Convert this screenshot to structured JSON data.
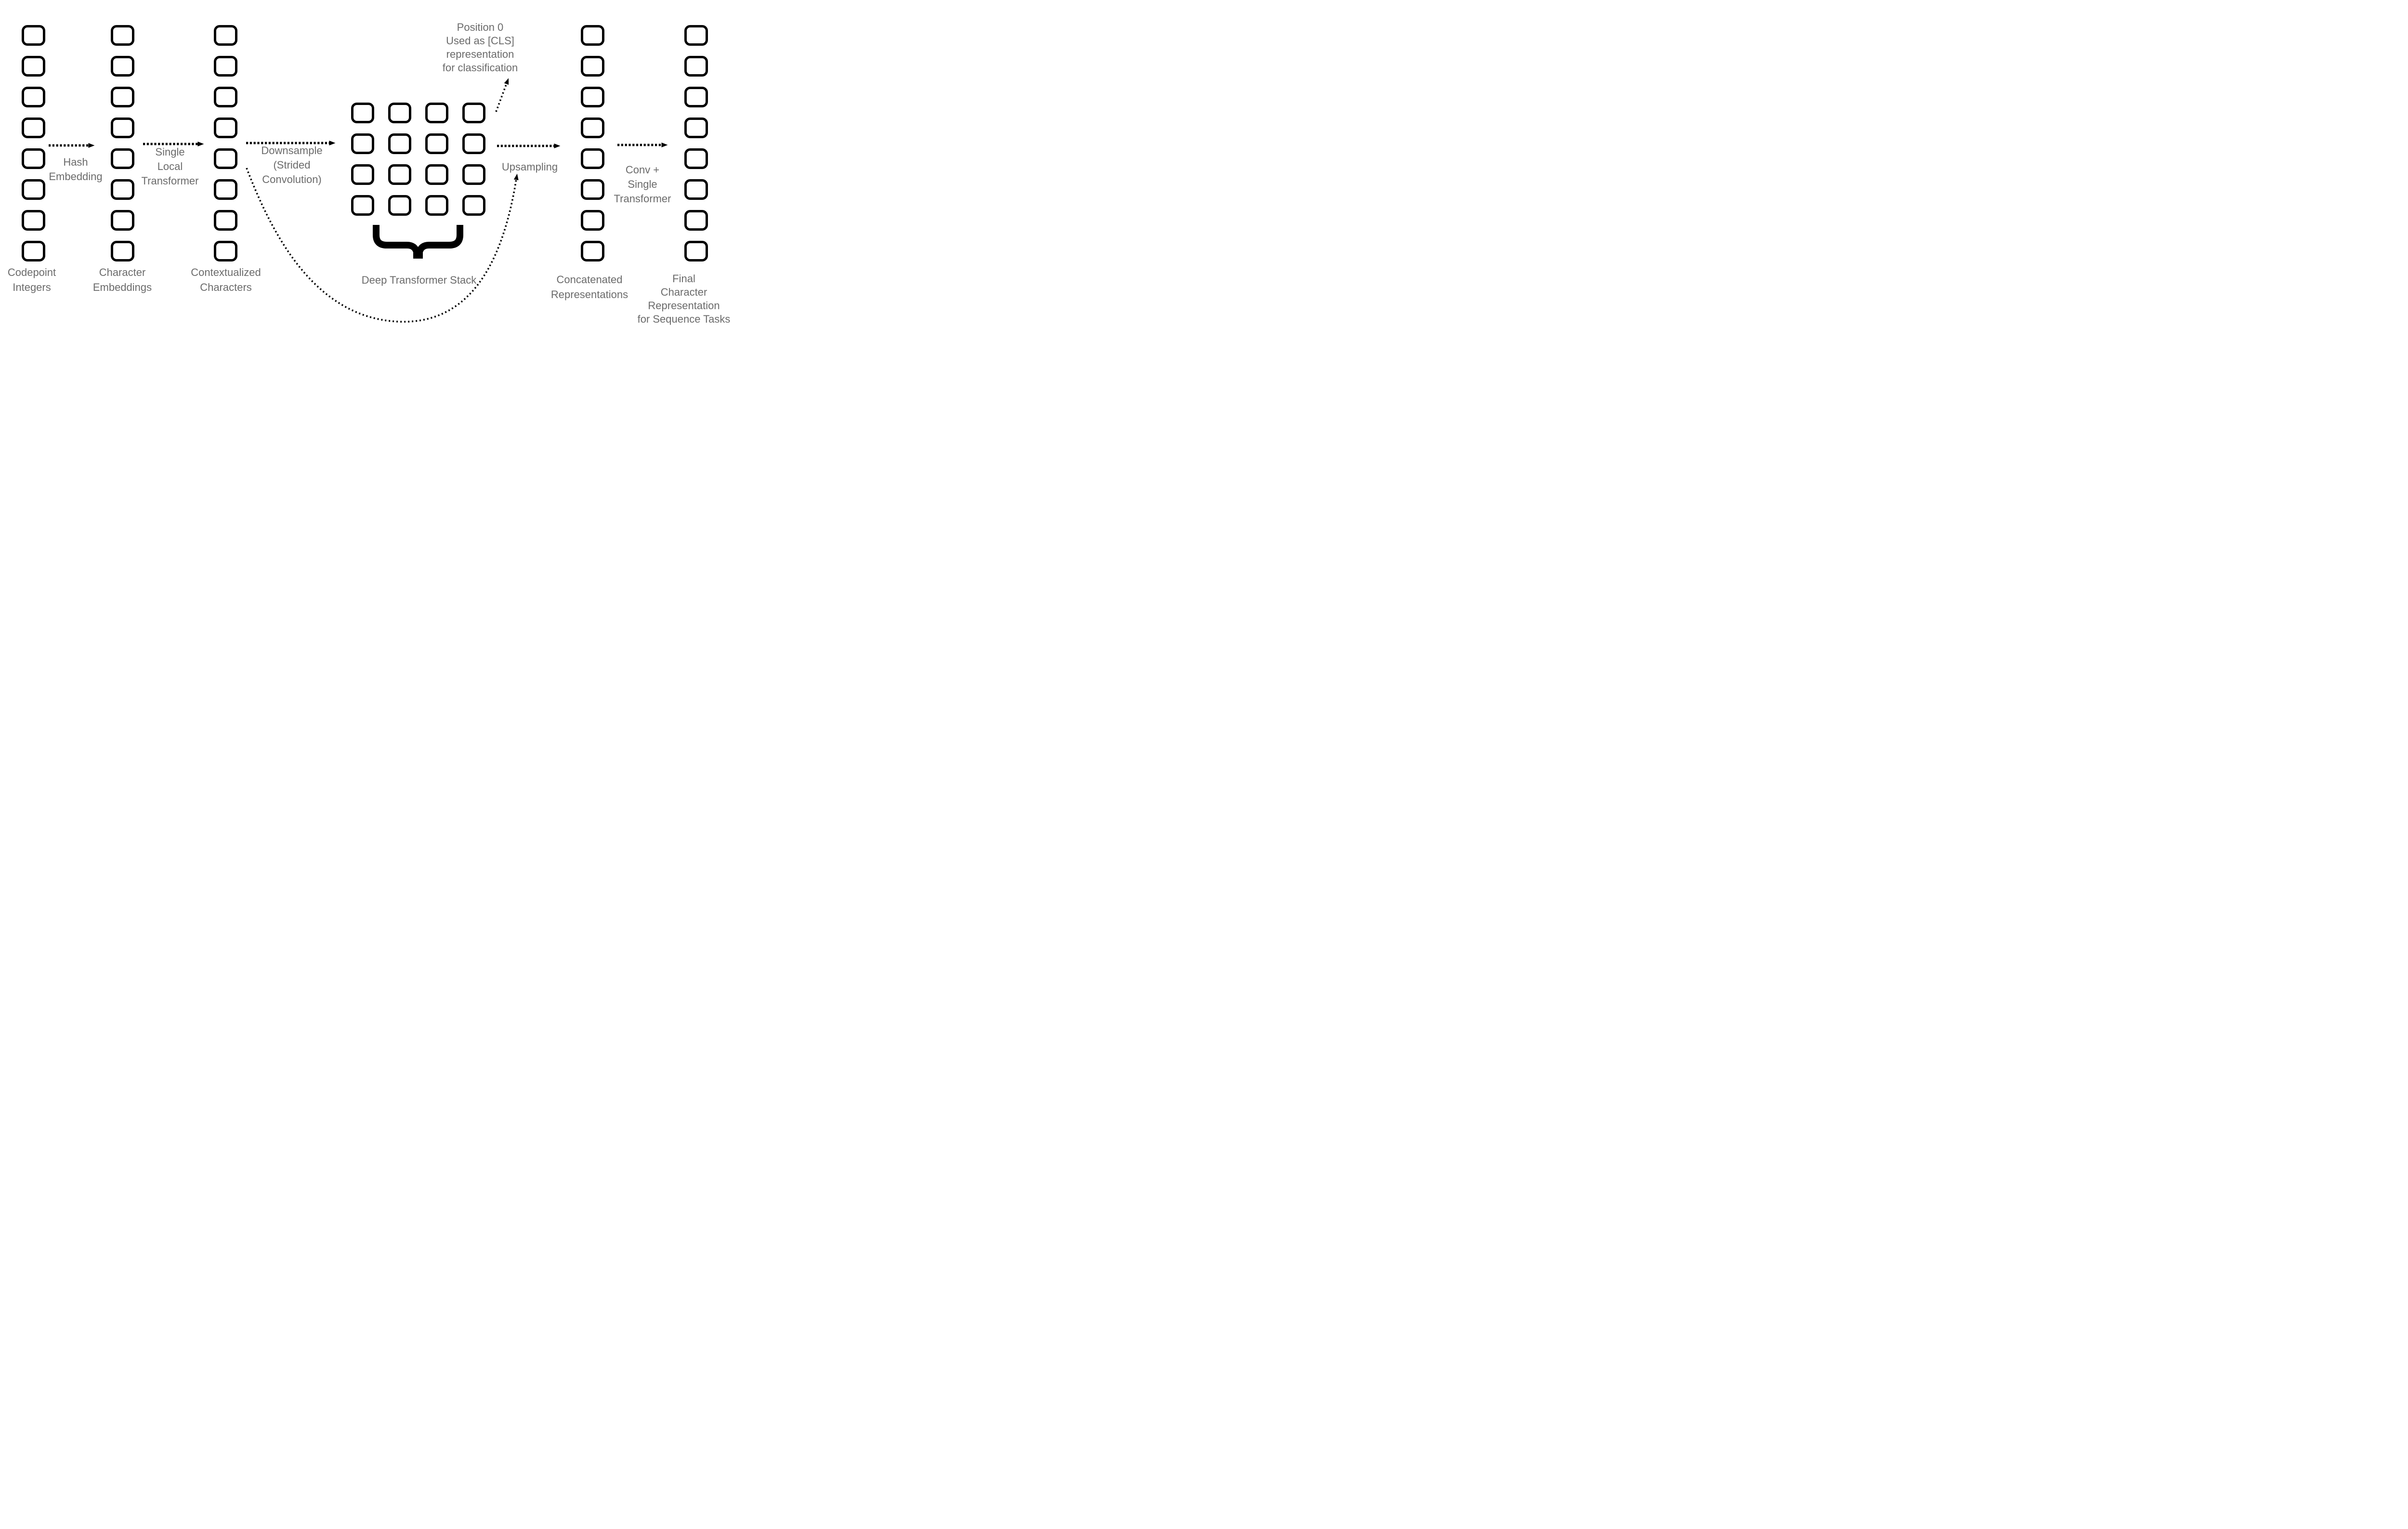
{
  "diagram": {
    "colors": {
      "background": "#ffffff",
      "box_stroke": "#000000",
      "arrow_stroke": "#000000",
      "text": "#6b6b6b"
    },
    "columns": [
      {
        "name": "codepoint-integers",
        "box_count": 8,
        "label_lines": [
          "Codepoint",
          "Integers"
        ]
      },
      {
        "name": "character-embeddings",
        "box_count": 8,
        "label_lines": [
          "Character",
          "Embeddings"
        ]
      },
      {
        "name": "contextualized-characters",
        "box_count": 8,
        "label_lines": [
          "Contextualized",
          "Characters"
        ]
      },
      {
        "name": "concatenated-representations",
        "box_count": 8,
        "label_lines": [
          "Concatenated",
          "Representations"
        ]
      },
      {
        "name": "final-character-representation",
        "box_count": 8,
        "label_lines": [
          "Final",
          "Character",
          "Representation",
          "for Sequence Tasks"
        ]
      }
    ],
    "transformer_grid": {
      "rows": 4,
      "cols": 4,
      "box_count": 16,
      "label": "Deep Transformer Stack"
    },
    "flow_labels": {
      "hash_embedding": [
        "Hash",
        "Embedding"
      ],
      "single_local_transformer": [
        "Single",
        "Local",
        "Transformer"
      ],
      "downsample": [
        "Downsample",
        "(Strided",
        "Convolution)"
      ],
      "upsampling": [
        "Upsampling"
      ],
      "conv_single_transformer": [
        "Conv +",
        "Single",
        "Transformer"
      ]
    },
    "cls_note_lines": [
      "Position 0",
      "Used as [CLS]",
      "representation",
      "for classification"
    ]
  }
}
